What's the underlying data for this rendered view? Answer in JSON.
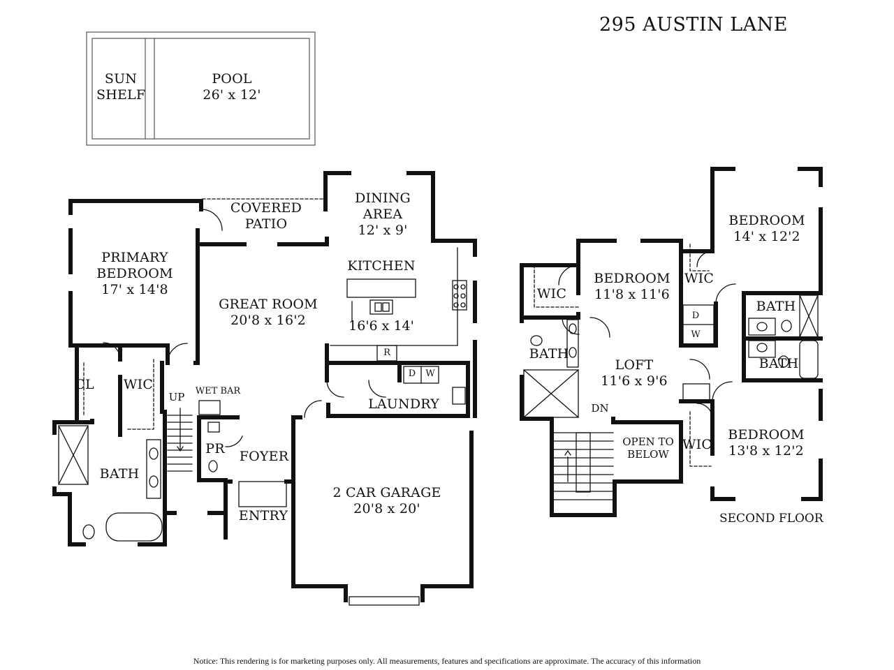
{
  "title": "295 AUSTIN LANE",
  "second_floor_label": "SECOND FLOOR",
  "notice": "Notice: This rendering is for marketing purposes only. All measurements, features and specifications are approximate. The accuracy of this information",
  "pool": {
    "sun_shelf_1": "SUN",
    "sun_shelf_2": "SHELF",
    "name": "POOL",
    "dim": "26' x 12'"
  },
  "first_floor": {
    "covered_patio_1": "COVERED",
    "covered_patio_2": "PATIO",
    "dining_1": "DINING",
    "dining_2": "AREA",
    "dining_dim": "12' x 9'",
    "kitchen": "KITCHEN",
    "kitchen_dim": "16'6 x 14'",
    "primary_1": "PRIMARY",
    "primary_2": "BEDROOM",
    "primary_dim": "17' x 14'8",
    "great_room": "GREAT ROOM",
    "great_room_dim": "20'8 x 16'2",
    "refrigerator": "R",
    "dryer": "D",
    "washer": "W",
    "laundry": "LAUNDRY",
    "closet": "CL",
    "wic": "WIC",
    "up": "UP",
    "wet_bar": "WET BAR",
    "powder_room": "PR",
    "foyer": "FOYER",
    "bath": "BATH",
    "entry": "ENTRY",
    "garage": "2 CAR GARAGE",
    "garage_dim": "20'8 x 20'"
  },
  "second_floor": {
    "bedroom_ne": "BEDROOM",
    "bedroom_ne_dim": "14' x 12'2",
    "bedroom_mid": "BEDROOM",
    "bedroom_mid_dim": "11'8 x 11'6",
    "wic_left": "WIC",
    "wic_ne": "WIC",
    "wic_se": "WIC",
    "dryer": "D",
    "washer": "W",
    "bath_ne": "BATH",
    "bath_e": "BATH",
    "bath_w": "BATH",
    "loft": "LOFT",
    "loft_dim": "11'6 x 9'6",
    "down": "DN",
    "open_1": "OPEN TO",
    "open_2": "BELOW",
    "bedroom_se": "BEDROOM",
    "bedroom_se_dim": "13'8 x 12'2"
  }
}
